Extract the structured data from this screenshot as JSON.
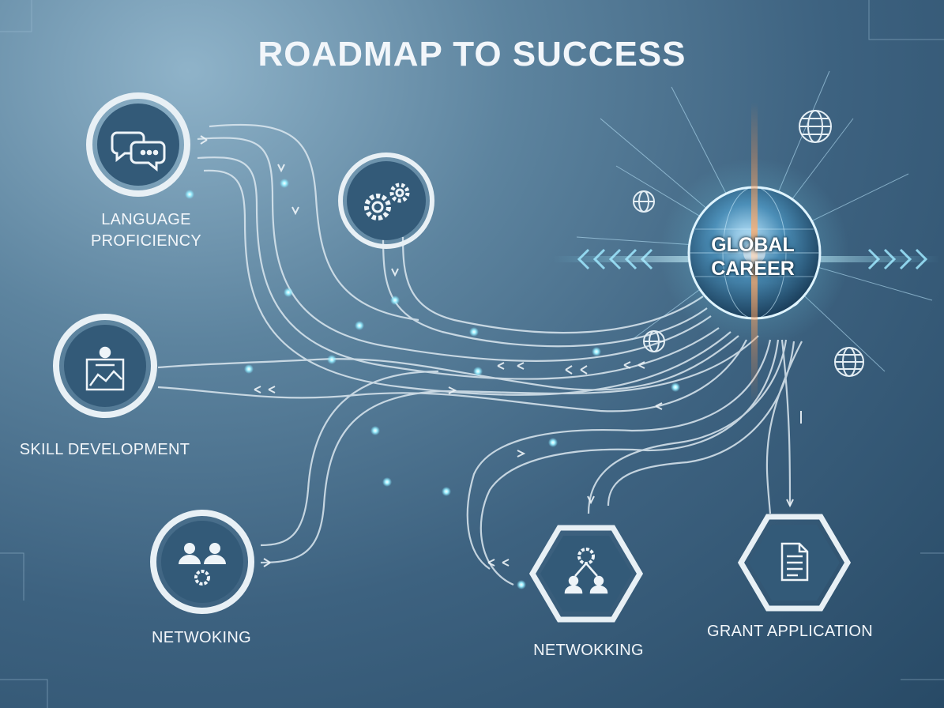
{
  "title": "ROADMAP TO SUCCESS",
  "center": {
    "label_line1": "GLOBAL",
    "label_line2": "CAREER"
  },
  "nodes": {
    "language": {
      "line1": "LANGUAGE",
      "line2": "PROFICIENCY",
      "icon": "chat-bubbles-icon"
    },
    "gears": {
      "icon": "gears-icon"
    },
    "skill": {
      "label": "SKILL DEVELOPMENT",
      "icon": "skill-chart-icon"
    },
    "networking_left": {
      "label": "NETWOKING",
      "icon": "people-gear-icon"
    },
    "networking_center": {
      "label": "NETWOKKING",
      "icon": "network-team-icon"
    },
    "grant": {
      "label": "GRANT APPLICATION",
      "icon": "document-icon"
    }
  },
  "colors": {
    "accent_glow": "#7fe6ff",
    "flare": "#ff8a3d",
    "line": "#dce8f0"
  }
}
